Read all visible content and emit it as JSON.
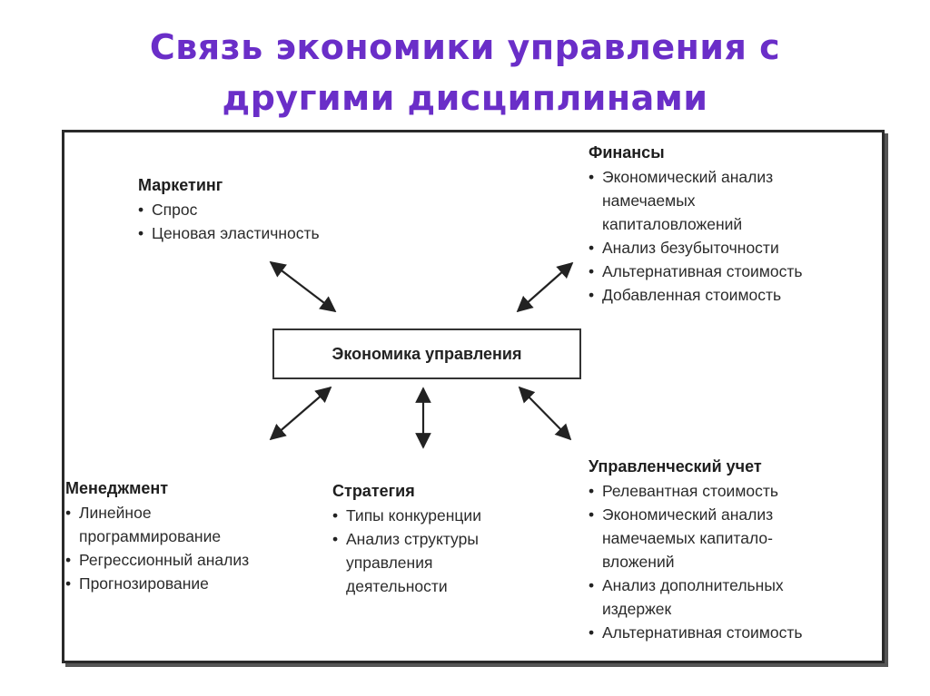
{
  "title": [
    "Связь экономики управления с",
    "другими дисциплинами"
  ],
  "center": "Экономика управления",
  "blocks": {
    "marketing": {
      "title": "Маркетинг",
      "items": [
        [
          "Спрос"
        ],
        [
          "Ценовая эластичность"
        ]
      ]
    },
    "finance": {
      "title": "Финансы",
      "items": [
        [
          "Экономический анализ",
          "намечаемых",
          "капиталовложений"
        ],
        [
          "Анализ безубыточности"
        ],
        [
          "Альтернативная стоимость"
        ],
        [
          "Добавленная стоимость"
        ]
      ]
    },
    "management": {
      "title": "Менеджмент",
      "items": [
        [
          "Линейное",
          "программирование"
        ],
        [
          "Регрессионный анализ"
        ],
        [
          "Прогнозирование"
        ]
      ]
    },
    "strategy": {
      "title": "Стратегия",
      "items": [
        [
          "Типы конкуренции"
        ],
        [
          "Анализ структуры",
          "управления",
          "деятельности"
        ]
      ]
    },
    "accounting": {
      "title": "Управленческий учет",
      "items": [
        [
          "Релевантная стоимость"
        ],
        [
          "Экономический анализ",
          "намечаемых капитало-",
          "вложений"
        ],
        [
          "Анализ дополнительных",
          "издержек"
        ],
        [
          "Альтернативная стоимость"
        ]
      ]
    }
  }
}
